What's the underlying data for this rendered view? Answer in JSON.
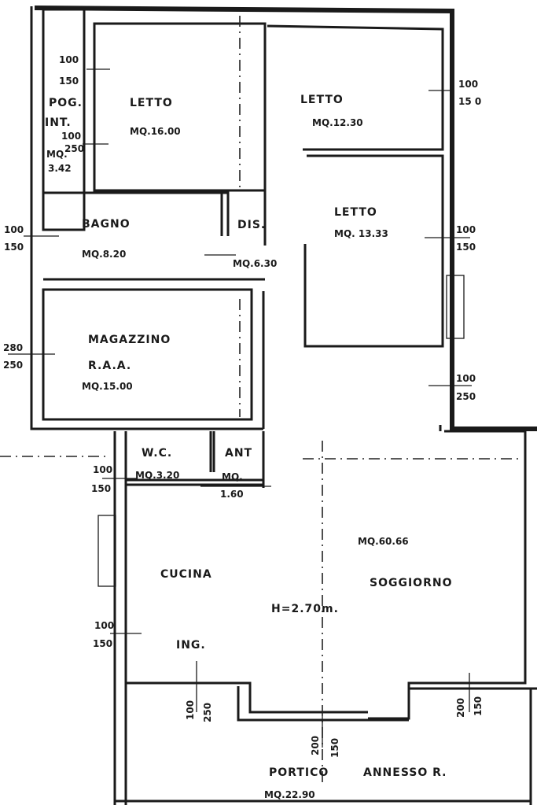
{
  "rooms": {
    "pog_int": {
      "name1": "POG.",
      "name2": "INT.",
      "area_label": "MQ.",
      "area": "3.42"
    },
    "letto1": {
      "name": "LETTO",
      "area": "MQ.16.00"
    },
    "letto2": {
      "name": "LETTO",
      "area": "MQ.12.30"
    },
    "letto3": {
      "name": "LETTO",
      "area": "MQ. 13.33"
    },
    "bagno": {
      "name": "BAGNO",
      "area": "MQ.8.20"
    },
    "dis": {
      "name": "DIS.",
      "area": "MQ.6.30"
    },
    "magazzino": {
      "name": "MAGAZZINO",
      "sub": "R.A.A.",
      "area": "MQ.15.00"
    },
    "wc": {
      "name": "W.C.",
      "area": "MQ.3.20"
    },
    "ant": {
      "name": "ANT",
      "area_label": "MQ.",
      "area": "1.60"
    },
    "cucina": {
      "name": "CUCINA",
      "sub": "ING."
    },
    "soggiorno": {
      "name": "SOGGIORNO",
      "area": "MQ.60.66",
      "height": "H=2.70m."
    },
    "portico": {
      "name": "PORTICO",
      "annex": "ANNESSO R.",
      "area": "MQ.22.90"
    }
  },
  "windows": [
    {
      "w": "100",
      "h": "150"
    },
    {
      "w": "100",
      "h": "250"
    },
    {
      "w": "100",
      "h": "15 0"
    },
    {
      "w": "100",
      "h": "150"
    },
    {
      "w": "100",
      "h": "150"
    },
    {
      "w": "280",
      "h": "250"
    },
    {
      "w": "100",
      "h": "250"
    },
    {
      "w": "100",
      "h": "150"
    },
    {
      "w": "100",
      "h": "150"
    },
    {
      "w": "100",
      "h": "250"
    },
    {
      "w": "200",
      "h": "150"
    },
    {
      "w": "200",
      "h": "150"
    }
  ]
}
